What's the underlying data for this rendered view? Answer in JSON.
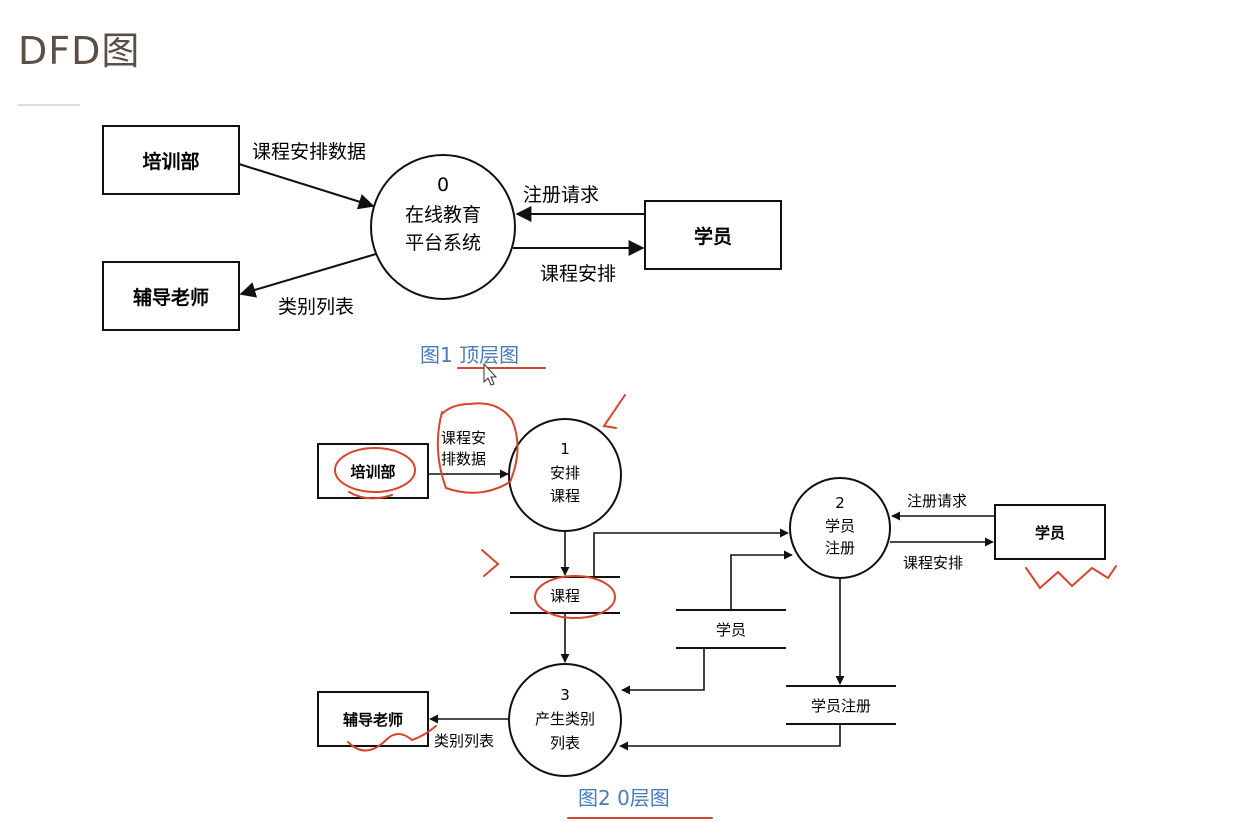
{
  "page": {
    "title": "DFD图"
  },
  "diagram1": {
    "caption": "图1 顶层图",
    "process": {
      "number": "0",
      "line1": "在线教育",
      "line2": "平台系统"
    },
    "entities": {
      "training_dept": "培训部",
      "student": "学员",
      "tutor": "辅导老师"
    },
    "flows": {
      "course_schedule_data": "课程安排数据",
      "register_request": "注册请求",
      "course_schedule": "课程安排",
      "category_list": "类别列表"
    }
  },
  "diagram2": {
    "caption": "图2 0层图",
    "processes": {
      "p1": {
        "number": "1",
        "line1": "安排",
        "line2": "课程"
      },
      "p2": {
        "number": "2",
        "line1": "学员",
        "line2": "注册"
      },
      "p3": {
        "number": "3",
        "line1": "产生类别",
        "line2": "列表"
      }
    },
    "entities": {
      "training_dept": "培训部",
      "student": "学员",
      "tutor": "辅导老师"
    },
    "stores": {
      "course": "课程",
      "student": "学员",
      "registration": "学员注册"
    },
    "flows": {
      "course_schedule_data_1": "课程安",
      "course_schedule_data_2": "排数据",
      "register_request": "注册请求",
      "course_schedule": "课程安排",
      "category_list": "类别列表"
    }
  },
  "colors": {
    "annotation": "#d6452c",
    "caption": "#4a7db8",
    "title": "#5a4f44"
  }
}
